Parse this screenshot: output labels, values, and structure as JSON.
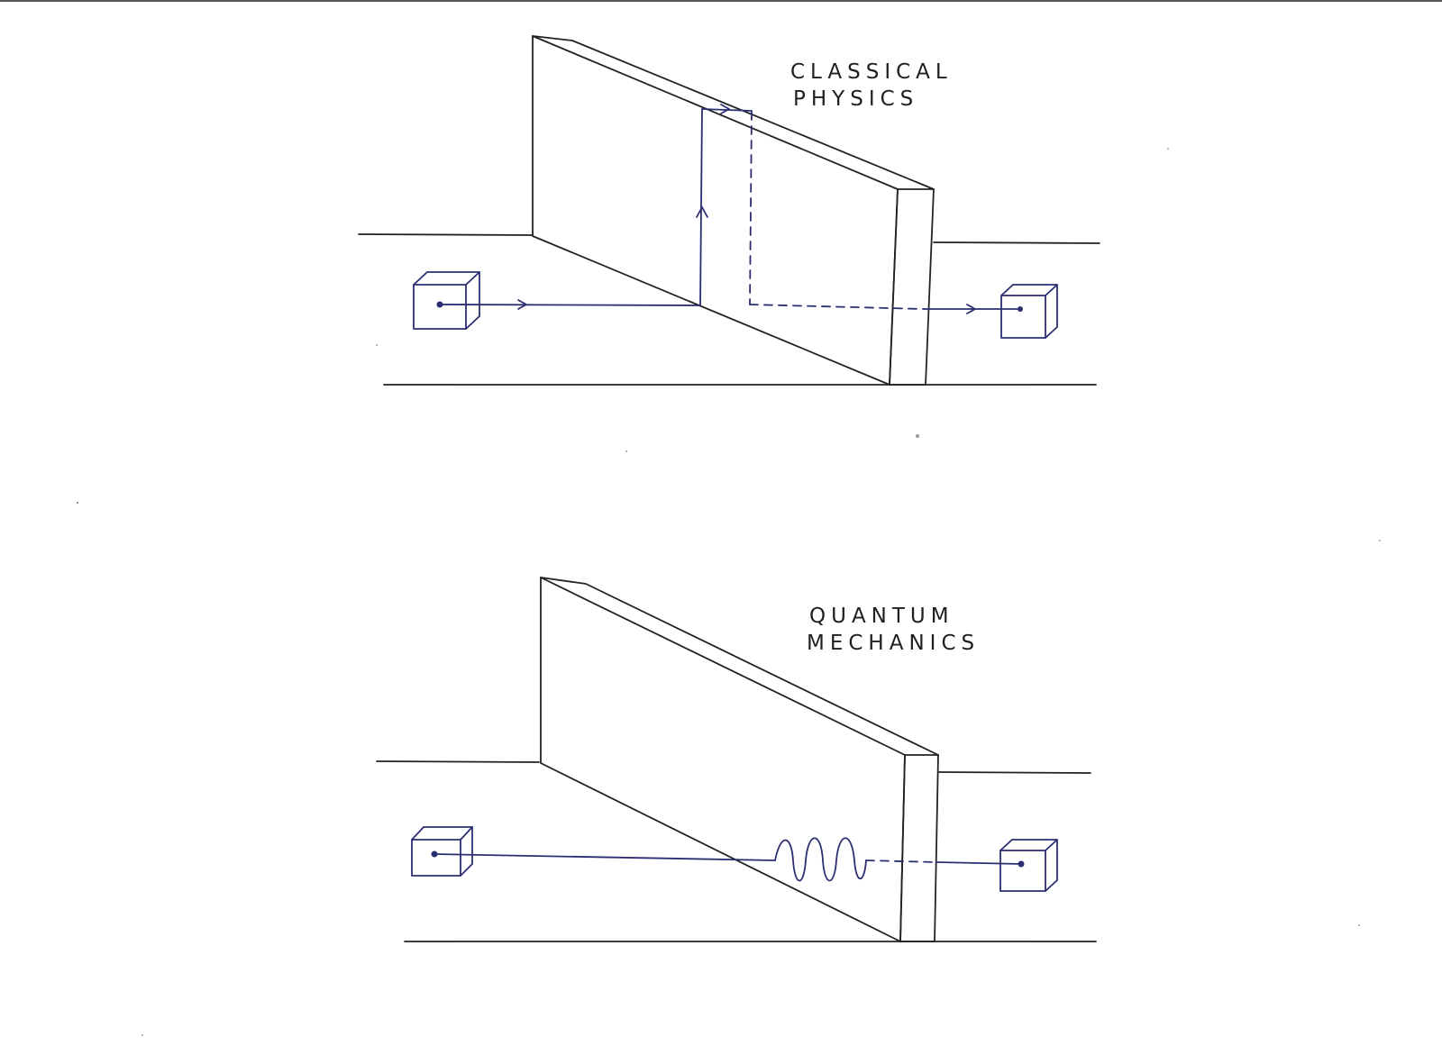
{
  "panels": [
    {
      "id": "classical",
      "title_lines": [
        "CLASSICAL",
        "PHYSICS"
      ]
    },
    {
      "id": "quantum",
      "title_lines": [
        "QUANTUM",
        "MECHANICS"
      ]
    }
  ],
  "colors": {
    "pencil": "#222222",
    "pen": "#2b2f72",
    "paper": "#ffffff"
  }
}
